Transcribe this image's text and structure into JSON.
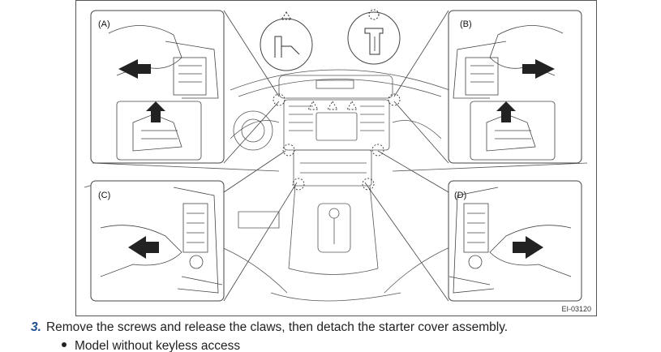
{
  "figure": {
    "panels": [
      "(A)",
      "(B)",
      "(C)",
      "(D)"
    ],
    "figure_id": "EI-03120"
  },
  "instructions": {
    "step_number": "3.",
    "step_text": "Remove the screws and release the claws, then detach the starter cover assembly.",
    "bullet": "Model without keyless access"
  }
}
